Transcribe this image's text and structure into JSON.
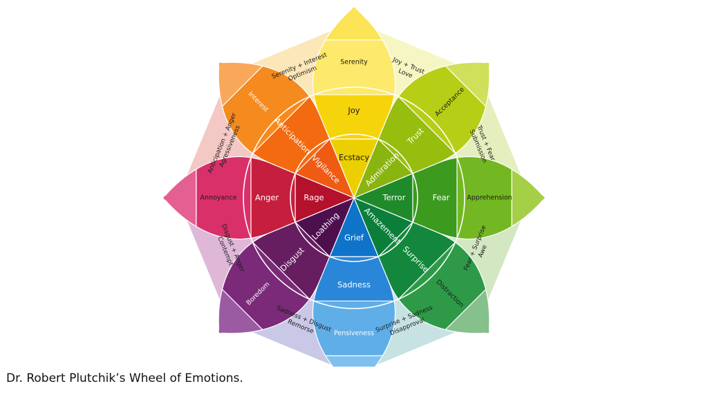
{
  "caption": "Dr. Robert Plutchik’s Wheel of Emotions.",
  "petals": [
    {
      "key": "joy",
      "angle": -90,
      "mild": "Serenity",
      "basic": "Joy",
      "intense": "Ecstacy",
      "colors": {
        "mild": "#fde96b",
        "basic": "#f6d40c",
        "intense": "#eccf00",
        "tip": "#fbe455"
      }
    },
    {
      "key": "trust",
      "angle": -45,
      "mild": "Acceptance",
      "basic": "Trust",
      "intense": "Admiration",
      "colors": {
        "mild": "#b6cf16",
        "basic": "#97bd0f",
        "intense": "#8ab40f",
        "tip": "#cfe05a"
      }
    },
    {
      "key": "fear",
      "angle": 0,
      "mild": "Apprehension",
      "basic": "Fear",
      "intense": "Terror",
      "colors": {
        "mild": "#73b822",
        "basic": "#3c9a1e",
        "intense": "#1f8a2a",
        "tip": "#a6cf48"
      }
    },
    {
      "key": "surprise",
      "angle": 45,
      "mild": "Distraction",
      "basic": "Surprise",
      "intense": "Amazement",
      "colors": {
        "mild": "#2e9a48",
        "basic": "#13883c",
        "intense": "#0b7e3c",
        "tip": "#86c08c"
      }
    },
    {
      "key": "sadness",
      "angle": 90,
      "mild": "Pensiveness",
      "basic": "Sadness",
      "intense": "Grief",
      "colors": {
        "mild": "#5faee8",
        "basic": "#2a86d8",
        "intense": "#0f73c9",
        "tip": "#80c0ef"
      }
    },
    {
      "key": "disgust",
      "angle": 135,
      "mild": "Boredom",
      "basic": "Disgust",
      "intense": "Loathing",
      "colors": {
        "mild": "#7a2a78",
        "basic": "#661e61",
        "intense": "#4e0f4f",
        "tip": "#9b5ba3"
      }
    },
    {
      "key": "anger",
      "angle": 180,
      "mild": "Annoyance",
      "basic": "Anger",
      "intense": "Rage",
      "colors": {
        "mild": "#d9306a",
        "basic": "#c51f3d",
        "intense": "#b4112c",
        "tip": "#e56092"
      }
    },
    {
      "key": "anticipation",
      "angle": -135,
      "mild": "Interest",
      "basic": "Anticipation",
      "intense": "Vigilance",
      "colors": {
        "mild": "#f58a1e",
        "basic": "#f36a10",
        "intense": "#ef5b13",
        "tip": "#f9a85a"
      }
    }
  ],
  "dyads": [
    {
      "angle": -67.5,
      "line1": "Joy + Trust",
      "line2": "Love",
      "bg": "#f6f6c4"
    },
    {
      "angle": -22.5,
      "line1": "Trust + Fear",
      "line2": "Submission",
      "bg": "#e5efbe"
    },
    {
      "angle": 22.5,
      "line1": "Fear + Surprise",
      "line2": "Awe",
      "bg": "#d3e7c2"
    },
    {
      "angle": 67.5,
      "line1": "Surprise + Sadness",
      "line2": "Disapproval",
      "bg": "#c6e2e3"
    },
    {
      "angle": 112.5,
      "line1": "Sadness + Disgust",
      "line2": "Remorse",
      "bg": "#c9c8e6"
    },
    {
      "angle": 157.5,
      "line1": "Disgust + Anger",
      "line2": "Contempt",
      "bg": "#dfb8d8"
    },
    {
      "angle": -157.5,
      "line1": "Anticipation + Anger",
      "line2": "Agressiveness",
      "bg": "#f4c8c4"
    },
    {
      "angle": -112.5,
      "line1": "Serenity + Interest",
      "line2": "Optimism",
      "bg": "#fbe7b8"
    }
  ]
}
